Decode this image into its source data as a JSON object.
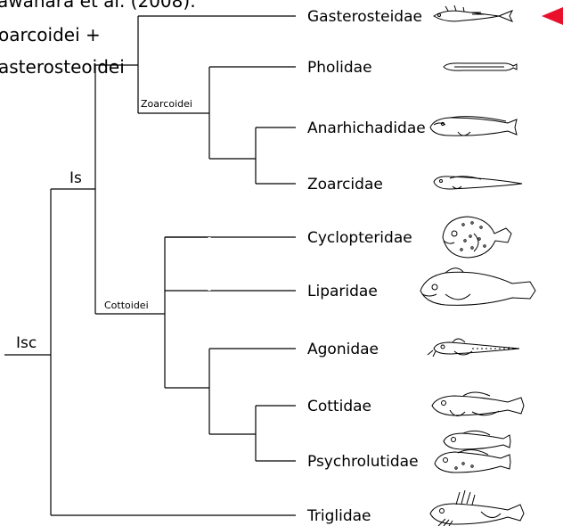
{
  "header": {
    "line1": "awahara et al. (2008):",
    "line2": "oarcoidei +",
    "line3": "asterosteoidei"
  },
  "nodes": {
    "root": "Isc",
    "inner": "Is",
    "zoarcoidei": "Zoarcoidei",
    "cottoidei": "Cottoidei"
  },
  "taxa": [
    {
      "name": "Gasterosteidae"
    },
    {
      "name": "Pholidae"
    },
    {
      "name": "Anarhichadidae"
    },
    {
      "name": "Zoarcidae"
    },
    {
      "name": "Cyclopteridae"
    },
    {
      "name": "Liparidae"
    },
    {
      "name": "Agonidae"
    },
    {
      "name": "Cottidae"
    },
    {
      "name": "Psychrolutidae"
    },
    {
      "name": "Triglidae"
    }
  ],
  "marker": {
    "color": "#e8102a",
    "shape": "left-pointing-triangle"
  },
  "icons": [
    "stickleback-fish-icon",
    "gunnel-fish-icon",
    "wolffish-icon",
    "eelpout-icon",
    "lumpsucker-icon",
    "snailfish-icon",
    "poacher-icon",
    "sculpin-icon",
    "fathead-sculpin-icon",
    "searobin-icon"
  ]
}
